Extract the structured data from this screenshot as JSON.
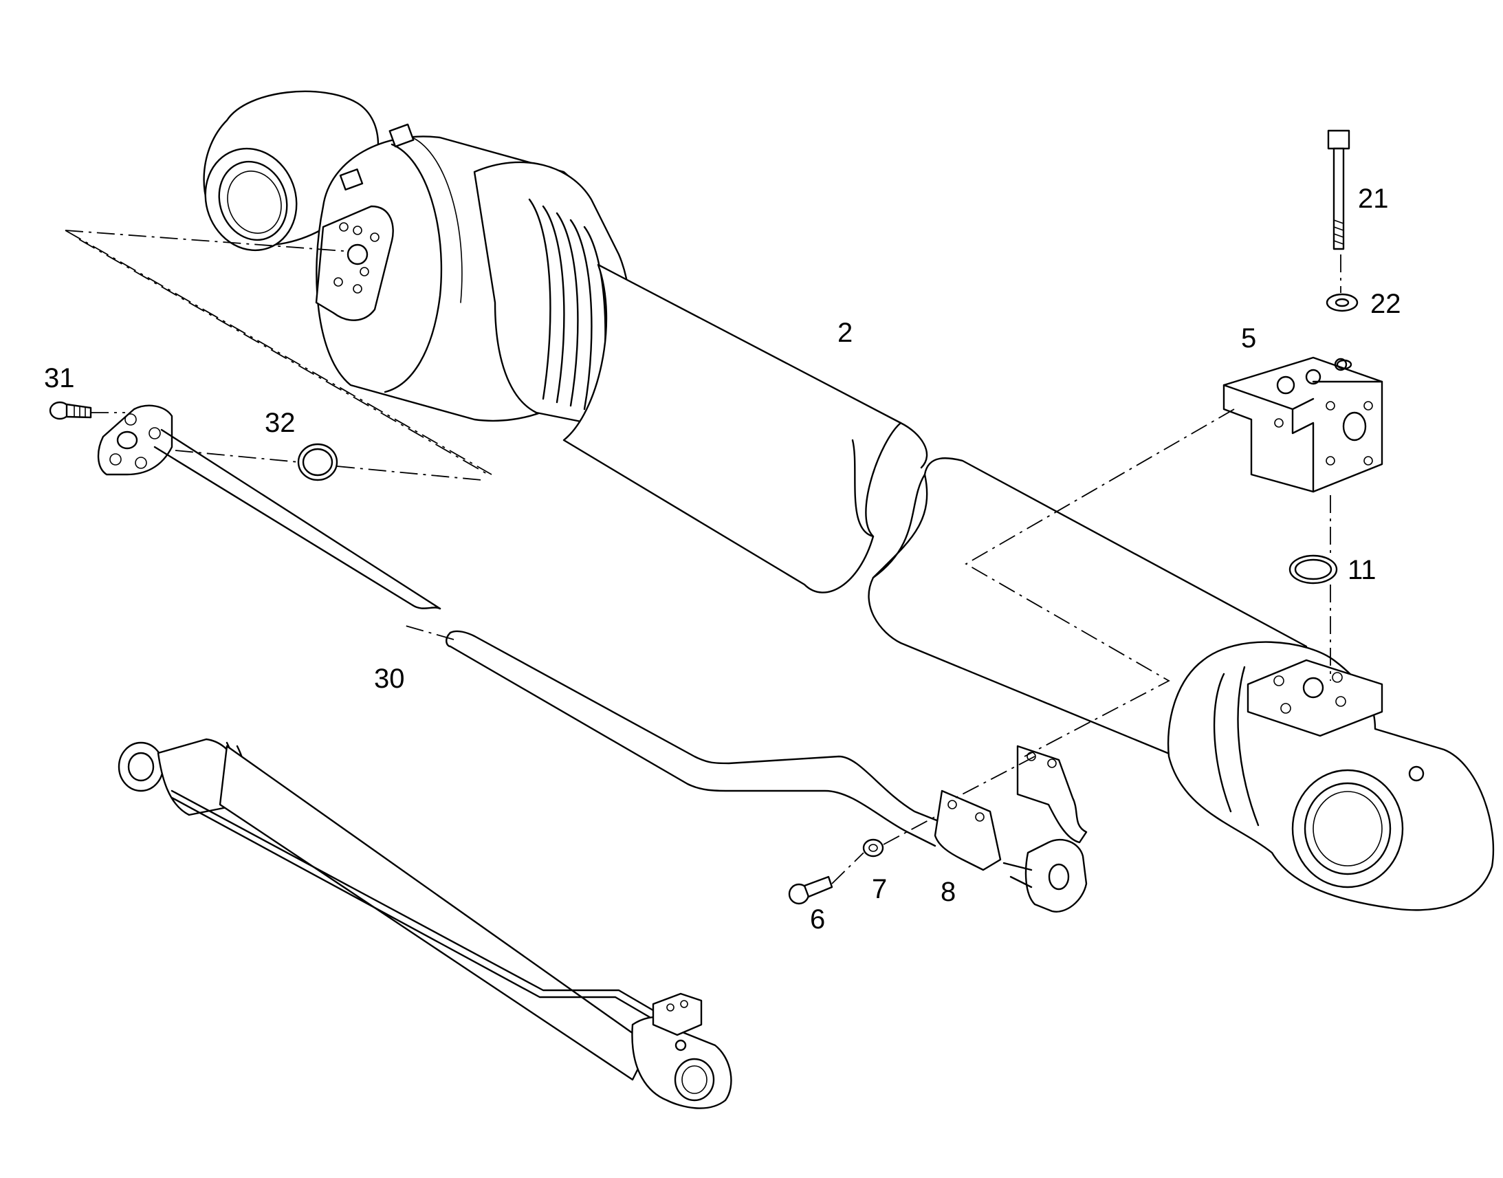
{
  "callouts": [
    {
      "id": "2",
      "text": "2"
    },
    {
      "id": "5",
      "text": "5"
    },
    {
      "id": "6",
      "text": "6"
    },
    {
      "id": "7",
      "text": "7"
    },
    {
      "id": "8",
      "text": "8"
    },
    {
      "id": "11",
      "text": "11"
    },
    {
      "id": "21",
      "text": "21"
    },
    {
      "id": "22",
      "text": "22"
    },
    {
      "id": "30",
      "text": "30"
    },
    {
      "id": "31",
      "text": "31"
    },
    {
      "id": "32",
      "text": "32"
    }
  ],
  "colors": {
    "ink": "#000000",
    "paper": "#ffffff"
  }
}
